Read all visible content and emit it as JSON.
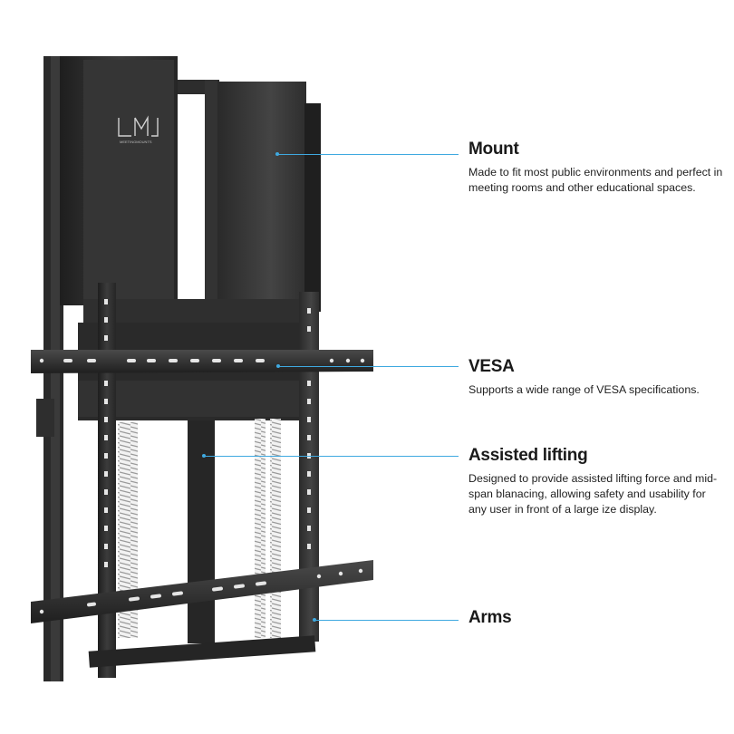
{
  "brand": {
    "logo_text": "LMJ",
    "logo_subtext": "MEETINGMOUNTS"
  },
  "accent_color": "#3fa9e0",
  "product_color": "#2b2b2b",
  "callouts": [
    {
      "title": "Mount",
      "text": "Made to fit most public environments and perfect in meeting rooms and other educational spaces."
    },
    {
      "title": "VESA",
      "text": "Supports a wide range of VESA specifications."
    },
    {
      "title": "Assisted lifting",
      "text": "Designed to provide assisted lifting force and mid-span blanacing, allowing safety and usability for any user in front of a large ize display."
    },
    {
      "title": "Arms",
      "text": ""
    }
  ]
}
